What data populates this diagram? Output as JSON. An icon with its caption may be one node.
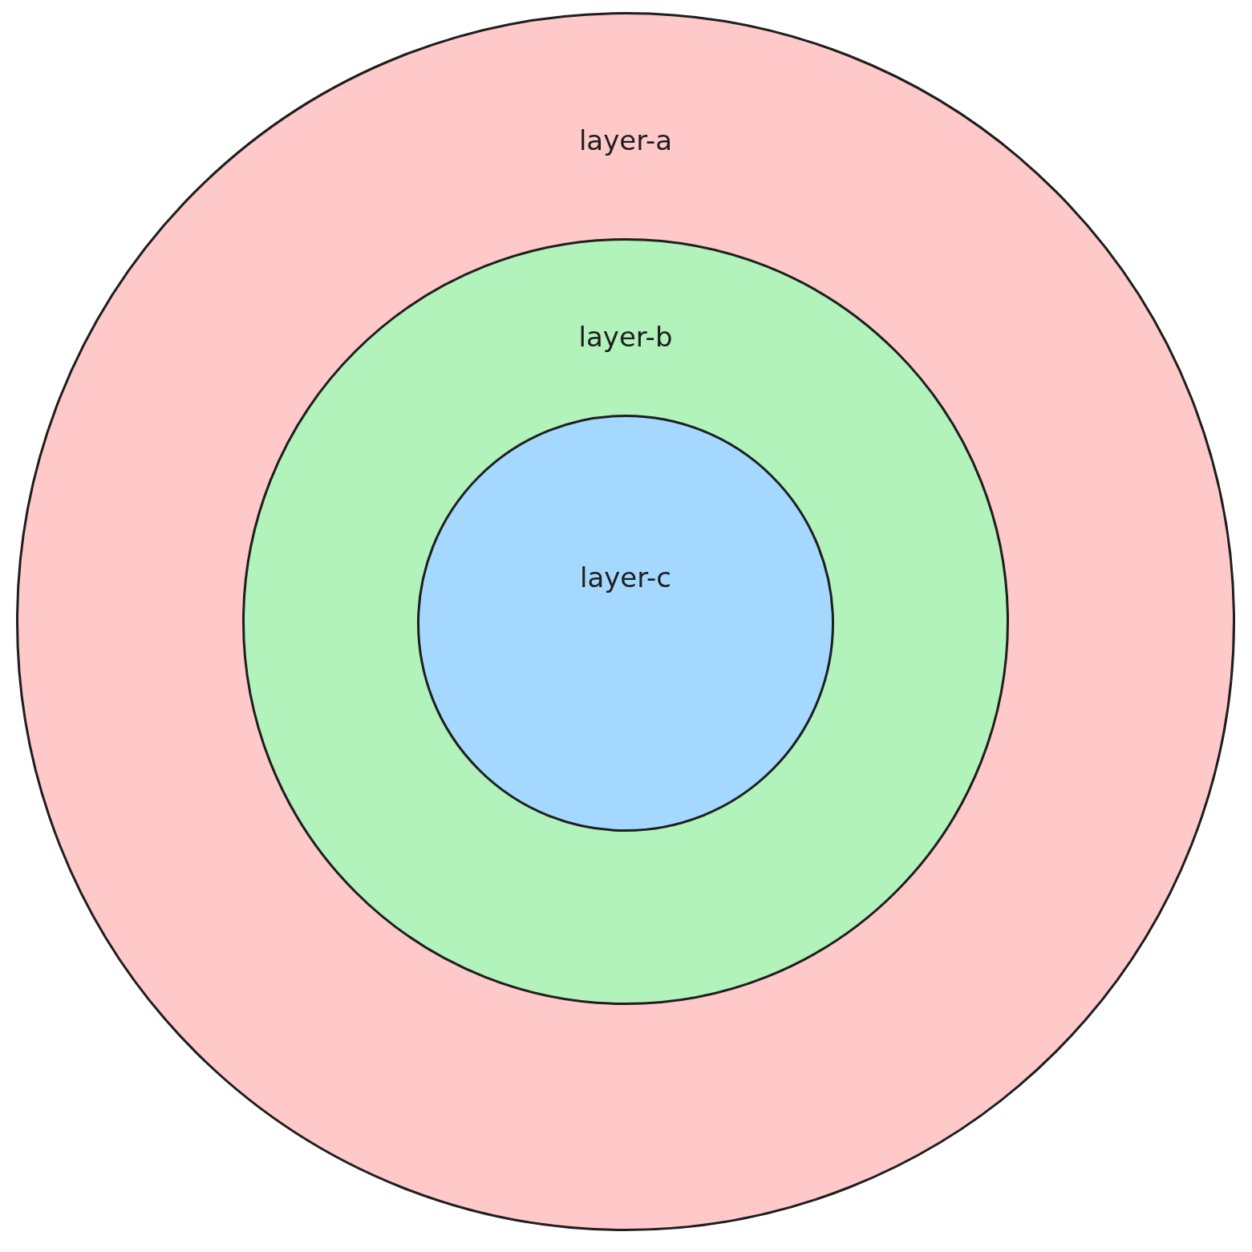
{
  "diagram": {
    "nodes": [
      {
        "text": [
          "layer-a"
        ]
      },
      {
        "text": [
          "layer-b"
        ],
        "in": 0
      },
      {
        "text": [
          "layer-c"
        ],
        "in": 1
      }
    ]
  }
}
